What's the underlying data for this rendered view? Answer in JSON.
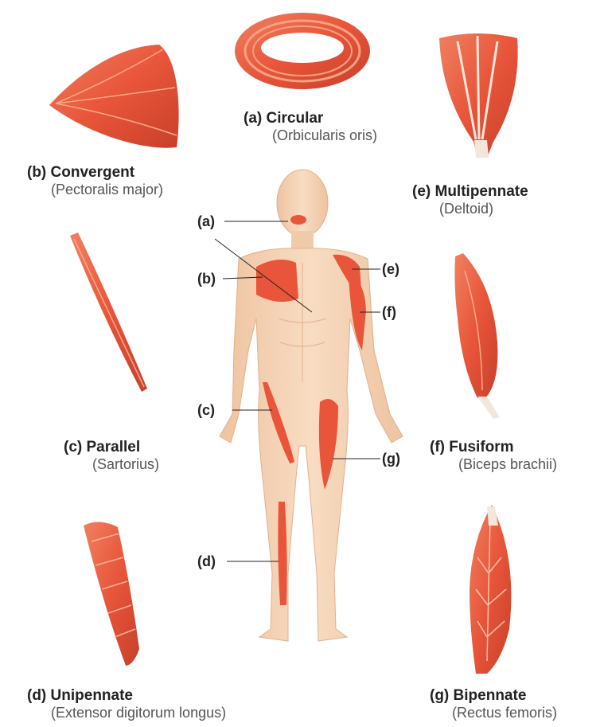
{
  "muscles": {
    "a": {
      "title": "(a) Circular",
      "example": "(Orbicularis oris)"
    },
    "b": {
      "title": "(b) Convergent",
      "example": "(Pectoralis major)"
    },
    "c": {
      "title": "(c) Parallel",
      "example": "(Sartorius)"
    },
    "d": {
      "title": "(d) Unipennate",
      "example": "(Extensor digitorum longus)"
    },
    "e": {
      "title": "(e) Multipennate",
      "example": "(Deltoid)"
    },
    "f": {
      "title": "(f) Fusiform",
      "example": "(Biceps brachii)"
    },
    "g": {
      "title": "(g) Bipennate",
      "example": "(Rectus femoris)"
    }
  },
  "body_labels": {
    "a": "(a)",
    "b": "(b)",
    "c": "(c)",
    "d": "(d)",
    "e": "(e)",
    "f": "(f)",
    "g": "(g)"
  },
  "colors": {
    "muscle": "#e8553a",
    "muscle_dark": "#c8402a",
    "skin": "#f6d2b4",
    "skin_shade": "#e6b896",
    "text": "#222222",
    "subtext": "#555555"
  }
}
